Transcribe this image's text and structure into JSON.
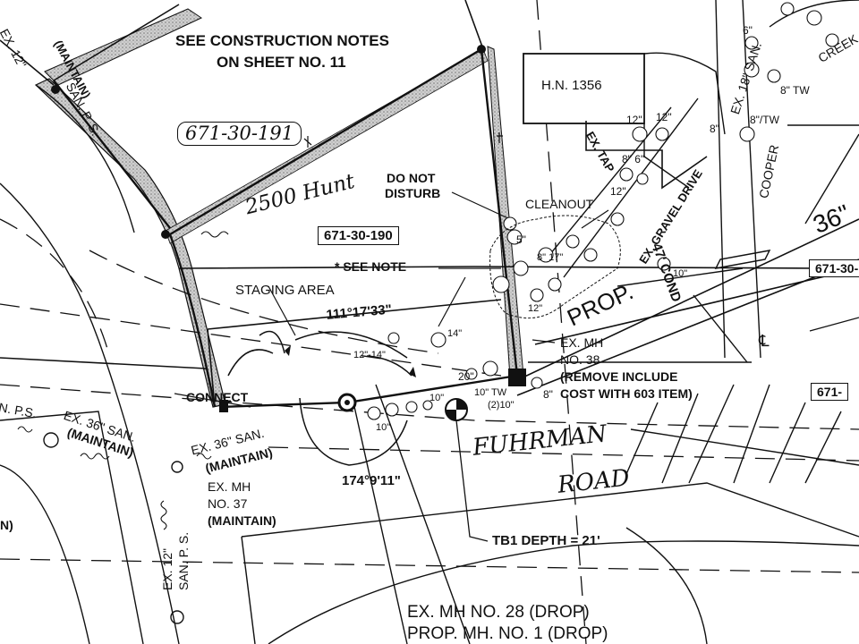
{
  "sheet": {
    "see_notes": [
      "SEE CONSTRUCTION NOTES",
      "ON SHEET NO. 11"
    ],
    "parcel_hand": "671-30-191",
    "address_hand": "2500 Hunt",
    "parcel_box": "671-30-190",
    "parcel_right": "671-30-",
    "parcel_right2": "671-",
    "see_note": "* SEE NOTE",
    "staging": "STAGING AREA",
    "do_not": "DO NOT",
    "disturb": "DISTURB",
    "house": "H.N. 1356",
    "cleanout": "CLEANOUT",
    "tap": "EX. TAP",
    "drive": "EX. GRAVEL DRIVE",
    "cond": "47' COND",
    "prop": "PROP.",
    "pipe36": "36\"",
    "angle1": "111°17'33\"",
    "angle2": "174°9'11\"",
    "dim_1214": "12\"-14\"",
    "tree_14": "14\"",
    "tree_20": "20\"",
    "tree_10tw": "10\" TW",
    "tree_210": "(2)10\"",
    "tree_8": "8\"",
    "tree_10": "10\"",
    "tree_12": "12\"",
    "tree_6": "6\"",
    "tree_5": "5\"",
    "tree_817": "8\" 17\"",
    "tree_86": "8\" 6\"",
    "tree_8tw": "8\" TW",
    "tree_8tw2": "8\"/TW",
    "ex_mh38": [
      "EX. MH",
      "NO. 38",
      "(REMOVE INCLUDE",
      "COST WITH 603 ITEM)"
    ],
    "connect": "CONNECT",
    "ex36san": "EX. 36\" SAN.",
    "maintain": "(MAINTAIN)",
    "ex36san_left": "EX. 36\" SAN.",
    "maintain_left": "(MAINTAIN)",
    "nps": "N. P.S.",
    "ex_mh37": [
      "EX. MH",
      "NO. 37",
      "(MAINTAIN)"
    ],
    "ex12_left": "EX. 12\"",
    "maintain_tl": "(MAINTAIN)",
    "san_ps_tl": "SAN. P. S.",
    "ex12_bottom": "EX. 12\"",
    "san_ps_bottom": "SAN. P. S.",
    "fuhrman": "FUHRMAN",
    "road": "ROAD",
    "tb1": "TB1 DEPTH = 21'",
    "ex_mh28": "EX. MH NO. 28 (DROP)",
    "prop_mh1": "PROP. MH. NO. 1 (DROP)",
    "ex18san": "EX. 18\" SAN.",
    "cooper": "COOPER",
    "creek": "CREEK",
    "cl": "℄",
    "left_n": "N)"
  }
}
